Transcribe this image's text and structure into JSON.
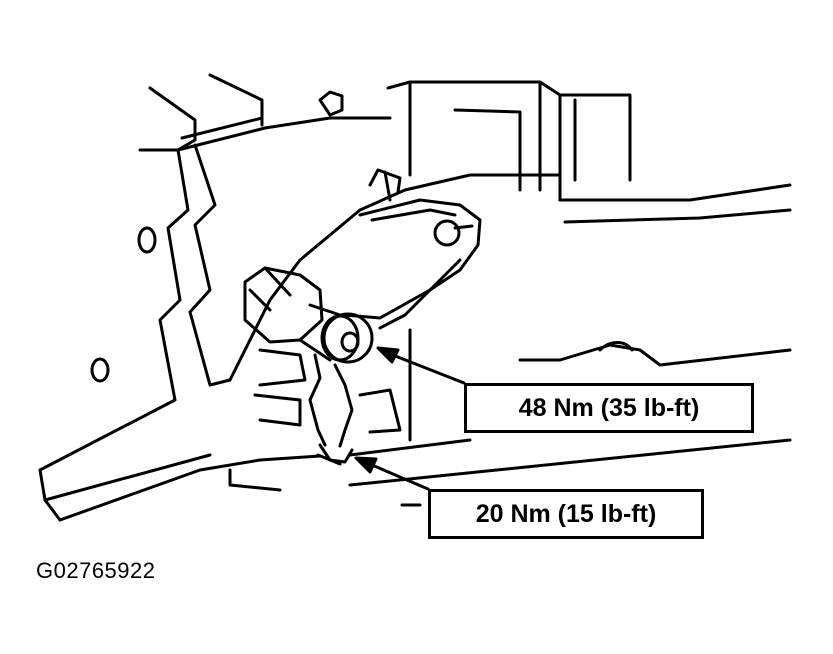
{
  "callouts": {
    "upper_torque": "48 Nm (35 lb-ft)",
    "lower_torque": "20 Nm (15 lb-ft)"
  },
  "figure_id": "G02765922",
  "colors": {
    "line": "#000000",
    "background": "#ffffff"
  }
}
